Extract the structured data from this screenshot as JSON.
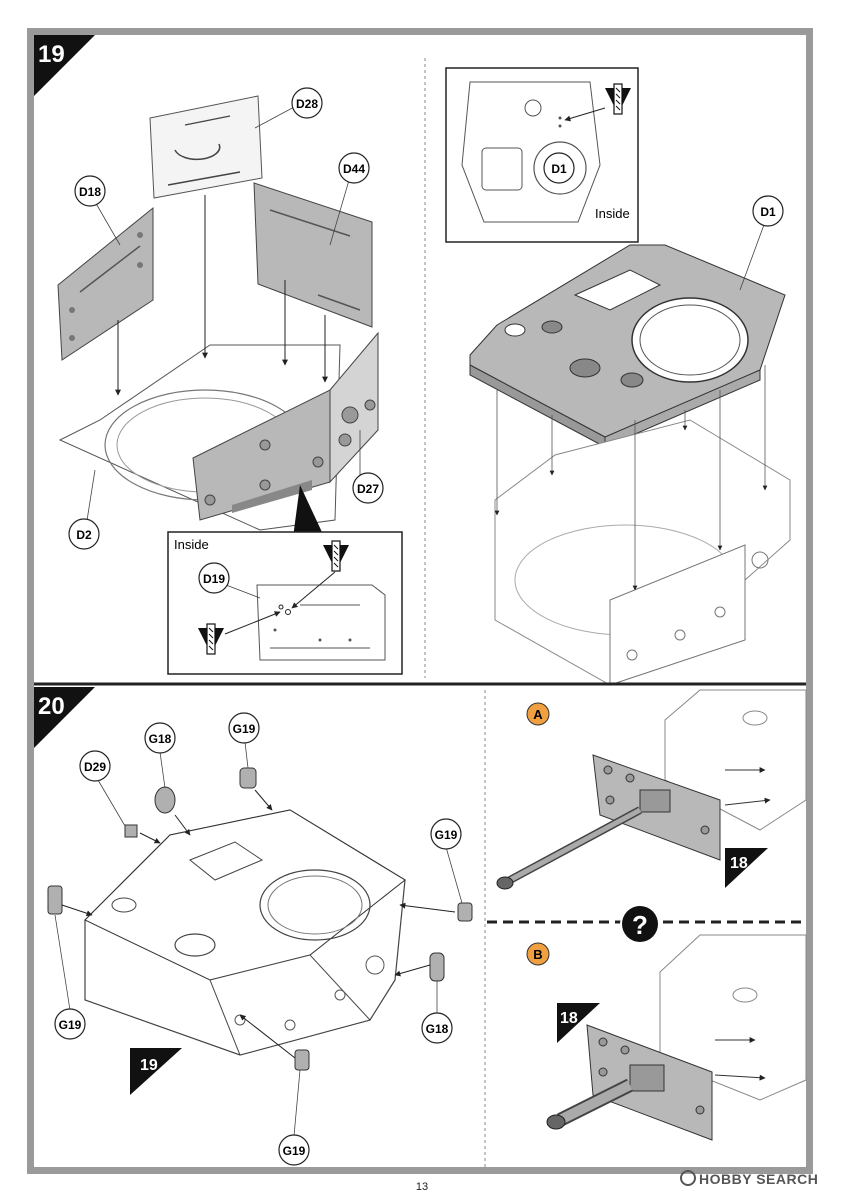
{
  "page": {
    "number": "13",
    "watermark": "HOBBY SEARCH",
    "watermark_icon": "ring-logo-icon"
  },
  "step19": {
    "number": "19",
    "parts": {
      "d28": "D28",
      "d44": "D44",
      "d18": "D18",
      "d27": "D27",
      "d2": "D2",
      "d19": "D19",
      "d1": "D1",
      "d1_inset": "D1"
    },
    "inset_left_label": "Inside",
    "inset_right_label": "Inside",
    "drill_icon": "drill-hole-icon"
  },
  "step20": {
    "number": "20",
    "parts": {
      "g18_top": "G18",
      "g19_top": "G19",
      "d29": "D29",
      "g19_right": "G19",
      "g19_left": "G19",
      "g18_right": "G18",
      "g19_bottom": "G19"
    },
    "ref_step": "19",
    "option_a": "A",
    "option_b": "B",
    "option_a_ref": "18",
    "option_b_ref": "18",
    "choice_icon": "question-icon",
    "choice_glyph": "?"
  },
  "colors": {
    "part_gray": "#b8b8b8",
    "badge_orange": "#f0a040",
    "frame_gray": "#9a9a9a",
    "black": "#1a1a1a"
  }
}
